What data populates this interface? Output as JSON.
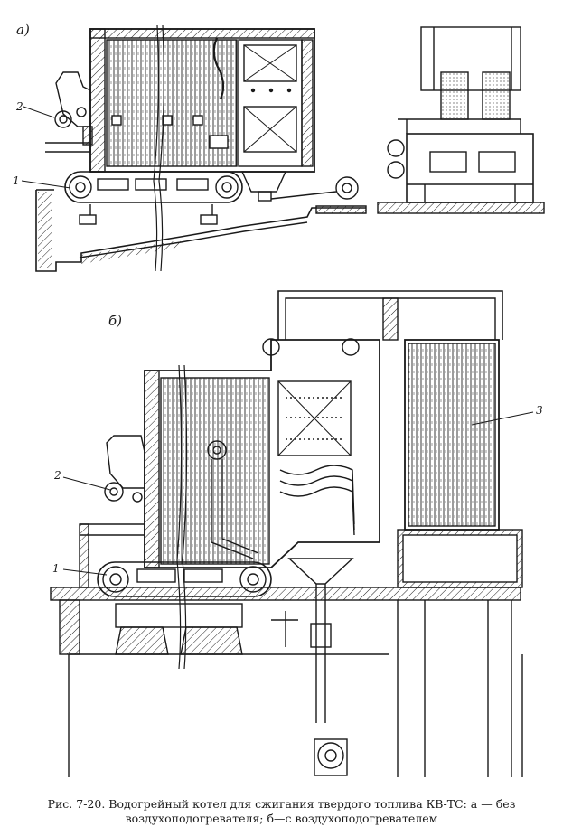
{
  "figure": {
    "panel_a_label": "а)",
    "panel_b_label": "б)",
    "callouts": {
      "a_2": "2",
      "a_1": "1",
      "b_2": "2",
      "b_1": "1",
      "b_3": "3"
    }
  },
  "caption": {
    "line1": "Рис. 7-20. Водогрейный котел для сжигания твердого топлива КВ-ТС: а — без",
    "line2": "воздухоподогревателя; б—с воздухоподогревателем"
  }
}
